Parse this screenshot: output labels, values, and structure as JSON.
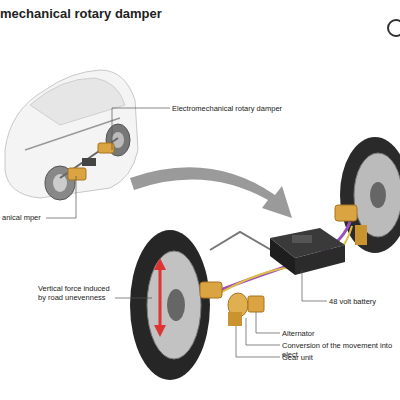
{
  "diagram": {
    "title": "mechanical rotary damper",
    "labels": [
      "Electromechanical rotary damper",
      "anical mper",
      "Vertical force induced by road unevenness",
      "48 volt battery",
      "Alternator",
      "Conversion of the movement into elect",
      "Gear unit"
    ]
  }
}
